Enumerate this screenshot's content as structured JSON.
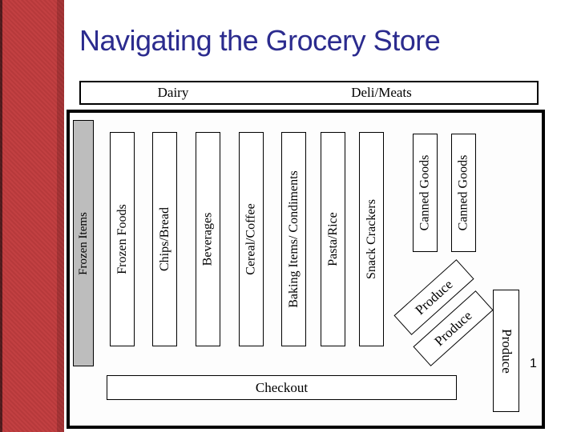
{
  "slide": {
    "title": "Navigating the Grocery Store",
    "page_number": "1"
  },
  "store": {
    "top_sections": {
      "left": "Dairy",
      "right": "Deli/Meats"
    },
    "left_wall": "Frozen Items",
    "aisles": [
      {
        "label": "Frozen Foods"
      },
      {
        "label": "Chips/Bread"
      },
      {
        "label": "Beverages"
      },
      {
        "label": "Cereal/Coffee"
      },
      {
        "label": "Baking Items/ Condiments"
      },
      {
        "label": "Pasta/Rice"
      },
      {
        "label": "Snack Crackers"
      },
      {
        "label": "Canned Goods"
      },
      {
        "label": "Canned Goods"
      }
    ],
    "produce_bins": [
      "Produce",
      "Produce"
    ],
    "produce_wall": "Produce",
    "checkout": "Checkout"
  },
  "colors": {
    "title_text": "#2b2b8e",
    "sidebar_red": "#c13c3e",
    "sidebar_edge_dark": "#511a1c",
    "sidebar_strip": "#a43234",
    "section_gray": "#bdbdbd"
  }
}
